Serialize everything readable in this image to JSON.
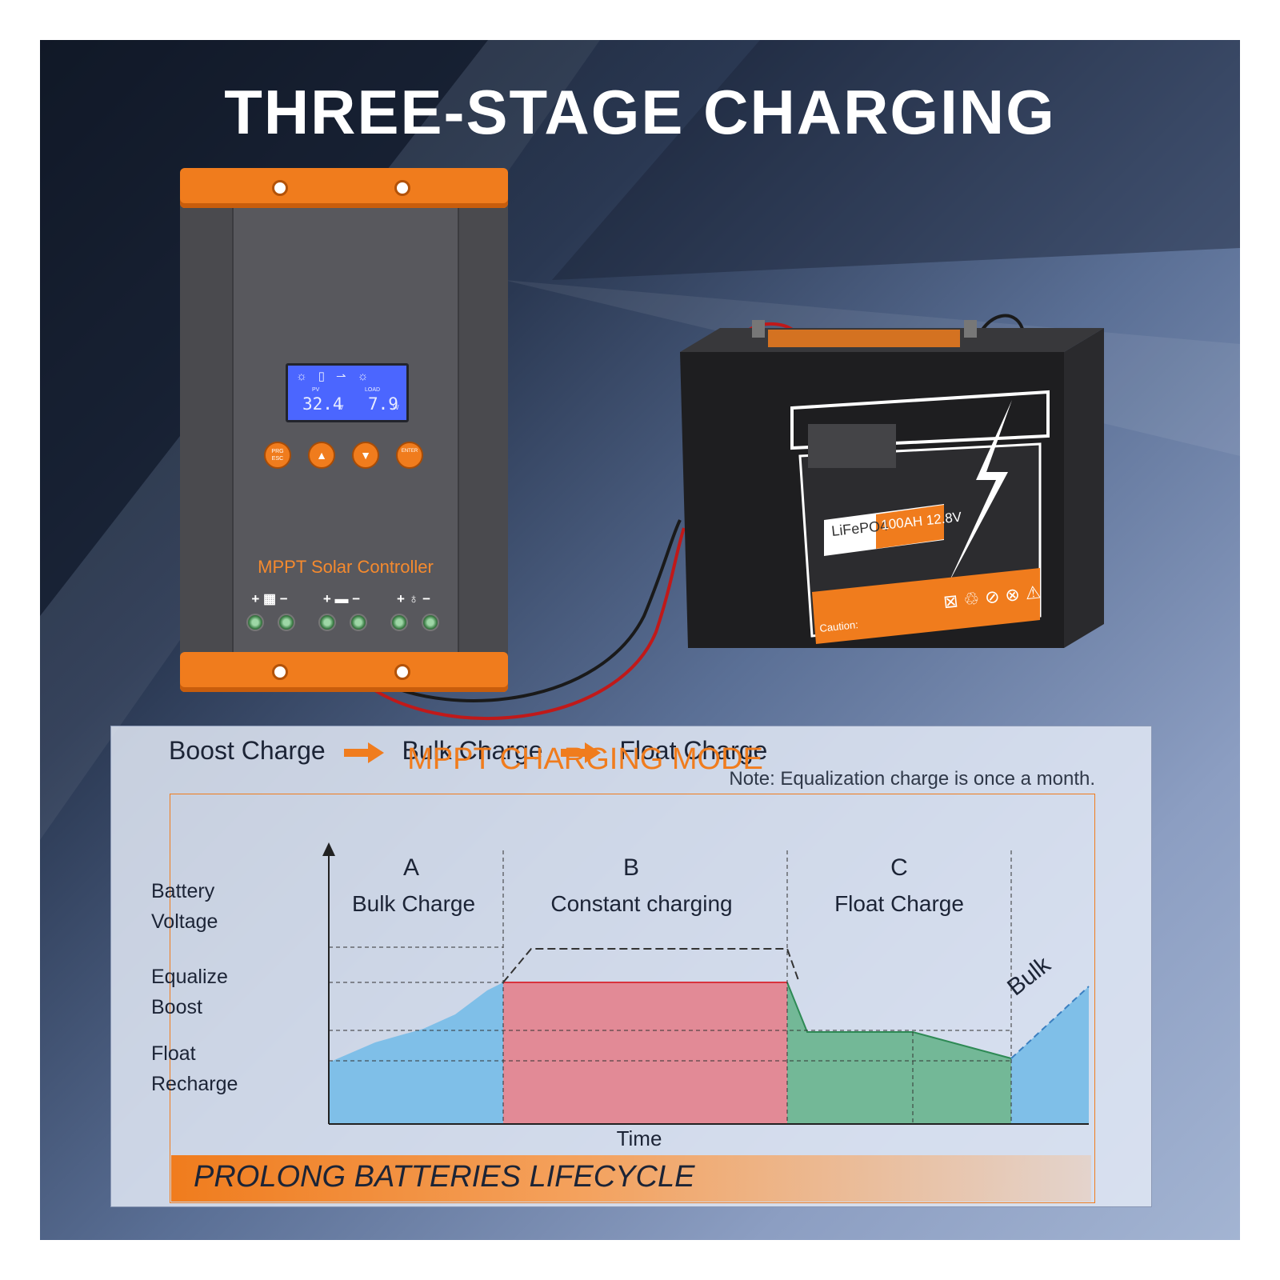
{
  "title": "THREE-STAGE CHARGING",
  "controller": {
    "label": "MPPT Solar Controller",
    "lcd": {
      "pv_label": "PV",
      "load_label": "LOAD",
      "pv_value": "32.4",
      "pv_unit": "V",
      "load_value": "7.9",
      "load_unit": "W"
    },
    "buttons": [
      "PRG ESC",
      "▲",
      "▼",
      "ENTER"
    ],
    "terminals": [
      "+ ▦ −",
      "+ ▬ −",
      "+ ♁ −"
    ]
  },
  "battery": {
    "chemistry": "LiFePO4",
    "rating": "100AH 12.8V",
    "caution": "Caution:"
  },
  "panel": {
    "stages": [
      "Boost Charge",
      "Bulk Charge",
      "Float Charge"
    ],
    "note": "Note: Equalization charge is once a month.",
    "mode_title": "MPPT CHARGING MODE",
    "y_labels": [
      "Battery",
      "Voltage",
      "Equalize",
      "Boost",
      "Float",
      "Recharge"
    ],
    "phases": [
      {
        "letter": "A",
        "name": "Bulk Charge"
      },
      {
        "letter": "B",
        "name": "Constant charging"
      },
      {
        "letter": "C",
        "name": "Float Charge"
      }
    ],
    "x_label": "Time",
    "bulk_label": "Bulk",
    "banner": "PROLONG BATTERIES LIFECYCLE"
  },
  "colors": {
    "accent": "#f07c1d",
    "bulk": "#7fbfe8",
    "constant": "#e28a96",
    "float": "#73b897"
  }
}
